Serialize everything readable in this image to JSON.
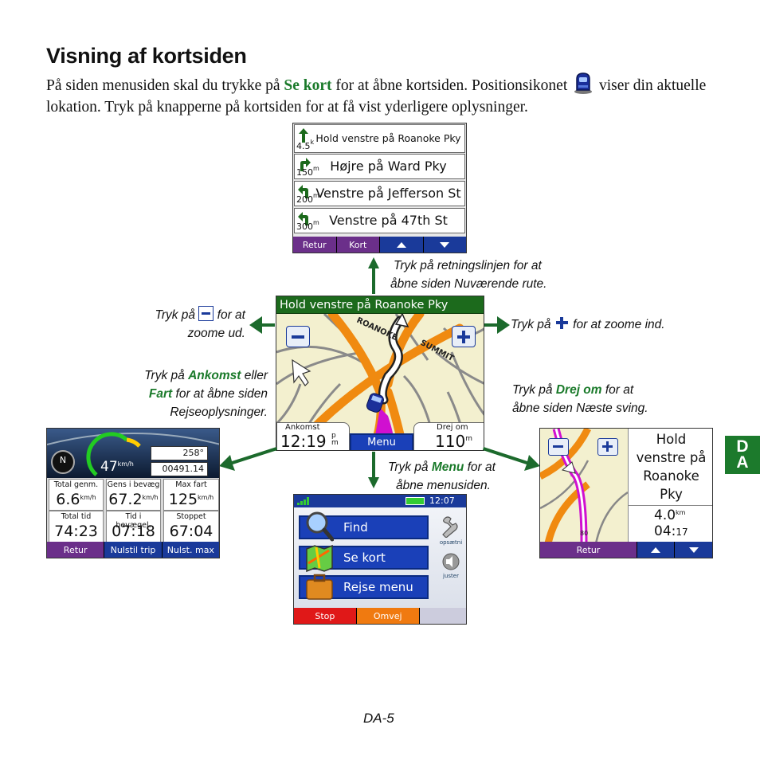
{
  "heading": "Visning af kortsiden",
  "intro": {
    "p1": "På siden menusiden skal du trykke på ",
    "se_kort": "Se kort",
    "p2": " for at åbne kortsiden. Positionsikonet ",
    "p3": " viser din aktuelle lokation. Tryk på knapperne på kortsiden for at få vist yderligere oplysninger."
  },
  "captions": {
    "top": {
      "l1": "Tryk på retningslinjen for at",
      "l2": "åbne siden Nuværende rute."
    },
    "zoom_out": {
      "pre": "Tryk på ",
      "post": " for at",
      "l2": "zoome ud."
    },
    "zoom_in": {
      "pre": "Tryk på ",
      "post": " for at zoome ind."
    },
    "trip": {
      "pre": "Tryk på ",
      "ankomst": "Ankomst",
      "mid": " eller",
      "fart": "Fart",
      "post": " for at åbne siden",
      "l3": "Rejseoplysninger."
    },
    "turn": {
      "pre": "Tryk på ",
      "drej": "Drej om",
      "post": " for at",
      "l2": "åbne siden Næste sving."
    },
    "menu": {
      "pre": "Tryk på ",
      "menu": "Menu",
      "post": " for at",
      "l2": "åbne menusiden."
    }
  },
  "route_list": {
    "rows": [
      {
        "dist": "4.5",
        "unit": "k",
        "text": "Hold venstre på Roanoke Pky"
      },
      {
        "dist": "150",
        "unit": "m",
        "text": "Højre på Ward Pky"
      },
      {
        "dist": "200",
        "unit": "m",
        "text": "Venstre på Jefferson St"
      },
      {
        "dist": "300",
        "unit": "m",
        "text": "Venstre på 47th St"
      }
    ],
    "btn_back": "Retur",
    "btn_map": "Kort"
  },
  "map": {
    "banner": "Hold venstre på Roanoke Pky",
    "street1": "ROANOKE",
    "street2": "SUMMIT",
    "arrival_label": "Ankomst",
    "arrival_time": "12:19",
    "arrival_suffix_top": "p",
    "arrival_suffix_bot": "m",
    "menu_label": "Menu",
    "turn_label": "Drej om",
    "turn_dist": "110",
    "turn_unit": "m"
  },
  "trip": {
    "speed": "47",
    "speed_unit": "km/h",
    "compass": "N",
    "heading": "258",
    "odometer": "00491.14",
    "cells": [
      {
        "label": "Total genm.",
        "value": "6.6",
        "unit": "km/h"
      },
      {
        "label": "Gens i bevæg",
        "value": "67.2",
        "unit": "km/h"
      },
      {
        "label": "Max fart",
        "value": "125",
        "unit": "km/h"
      },
      {
        "label": "Total tid",
        "value": "74:23",
        "unit": ""
      },
      {
        "label": "Tid i bevægel.",
        "value": "07:18",
        "unit": ""
      },
      {
        "label": "Stoppet",
        "value": "67:04",
        "unit": ""
      }
    ],
    "btn_back": "Retur",
    "btn_reset": "Nulstil trip",
    "btn_reset_max": "Nulst. max"
  },
  "menu_screen": {
    "clock": "12:07",
    "items": [
      "Find",
      "Se kort",
      "Rejse menu"
    ],
    "side1": "opsætni",
    "side2": "juster",
    "btn_stop": "Stop",
    "btn_detour": "Omvej"
  },
  "next_turn": {
    "text": "Hold venstre på Roanoke Pky",
    "dist": "4.0",
    "dist_unit": "km",
    "time": "04:",
    "time_small": "17",
    "road_label": "80",
    "btn_back": "Retur"
  },
  "badge": {
    "l1": "D",
    "l2": "A"
  },
  "footer": "DA-5",
  "colors": {
    "accent_green": "#1a7a2a",
    "nav_purple": "#6b2f8a",
    "nav_blue": "#1a3a9a",
    "road_orange": "#f08a10",
    "route_magenta": "#d010d0"
  }
}
